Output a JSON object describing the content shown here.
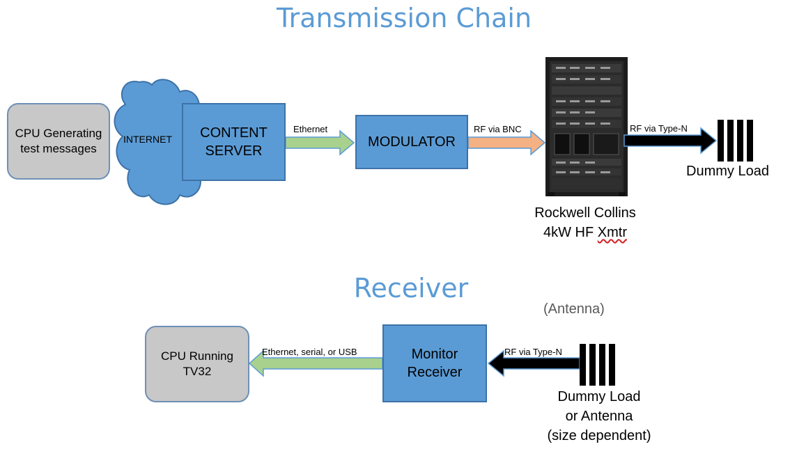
{
  "transmission": {
    "title": "Transmission Chain",
    "cpu_label": "CPU Generating test messages",
    "internet_label": "INTERNET",
    "content_server_label": "CONTENT SERVER",
    "ethernet_label": "Ethernet",
    "modulator_label": "MODULATOR",
    "rf_bnc_label": "RF via BNC",
    "rf_typen_label": "RF via Type-N",
    "dummy_load_label": "Dummy Load",
    "xmtr_caption_line1": "Rockwell Collins",
    "xmtr_caption_line2_prefix": "4kW HF ",
    "xmtr_caption_line2_suffix": "Xmtr"
  },
  "receiver": {
    "title": "Receiver",
    "antenna_label": "(Antenna)",
    "cpu_label": "CPU Running TV32",
    "link_label": "Ethernet, serial, or USB",
    "monitor_label": "Monitor Receiver",
    "rf_typen_label": "RF via Type-N",
    "dummy_caption_line1": "Dummy Load",
    "dummy_caption_line2": "or Antenna",
    "dummy_caption_line3": "(size dependent)"
  },
  "colors": {
    "title_blue": "#5b9bd5",
    "box_blue": "#5b9bd5",
    "box_gray": "#c8c8c8",
    "arrow_green": "#a9d18e",
    "arrow_orange": "#f4b183",
    "arrow_black": "#000000"
  }
}
